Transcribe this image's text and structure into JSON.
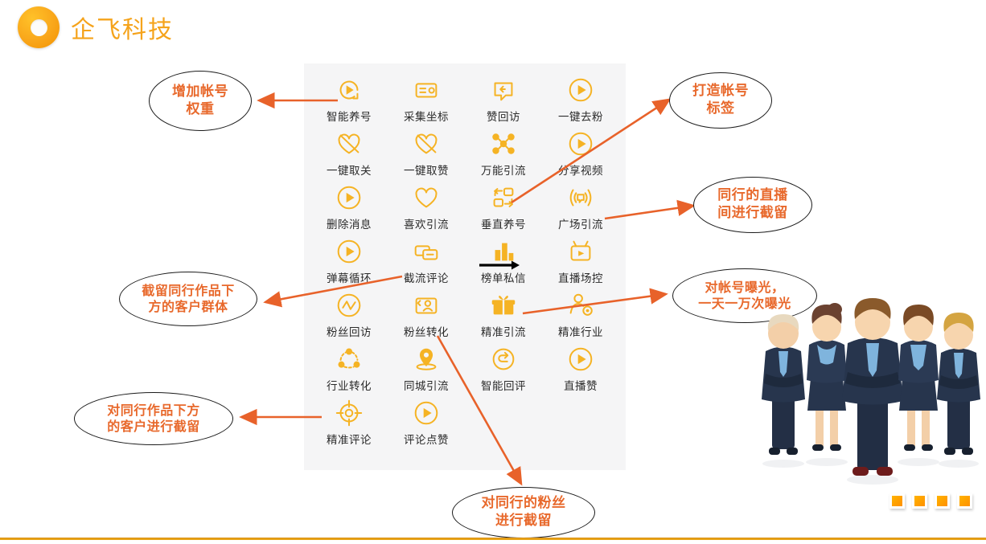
{
  "brand": {
    "name": "企飞科技",
    "logo_icon": "orange-ring-logo",
    "accent_color": "#f5a31b"
  },
  "colors": {
    "icon_gold": "#f5b324",
    "callout_text": "#e8692c",
    "arrow": "#e8622a",
    "label_text": "#2b2b2b",
    "panel_bg": "#f5f5f6",
    "bottom_rule": "#e8a317"
  },
  "grid": {
    "columns": 4,
    "tiles": [
      {
        "label": "智能养号",
        "icon": "play-refresh-icon"
      },
      {
        "label": "采集坐标",
        "icon": "list-card-icon"
      },
      {
        "label": "赞回访",
        "icon": "speech-reply-icon"
      },
      {
        "label": "一键去粉",
        "icon": "play-circle-icon"
      },
      {
        "label": "一键取关",
        "icon": "heart-slash-icon"
      },
      {
        "label": "一键取赞",
        "icon": "heart-slash-icon"
      },
      {
        "label": "万能引流",
        "icon": "network-nodes-icon"
      },
      {
        "label": "分享视频",
        "icon": "play-circle-icon"
      },
      {
        "label": "删除消息",
        "icon": "play-circle-icon"
      },
      {
        "label": "喜欢引流",
        "icon": "heart-icon"
      },
      {
        "label": "垂直养号",
        "icon": "swap-rectangles-icon"
      },
      {
        "label": "广场引流",
        "icon": "broadcast-icon"
      },
      {
        "label": "弹幕循环",
        "icon": "play-circle-icon"
      },
      {
        "label": "截流评论",
        "icon": "chat-bubbles-icon"
      },
      {
        "label": "榜单私信",
        "icon": "bar-chart-icon"
      },
      {
        "label": "直播场控",
        "icon": "tv-play-icon"
      },
      {
        "label": "粉丝回访",
        "icon": "zigzag-circle-icon"
      },
      {
        "label": "粉丝转化",
        "icon": "person-card-icon"
      },
      {
        "label": "精准引流",
        "icon": "gift-icon"
      },
      {
        "label": "精准行业",
        "icon": "person-gear-icon"
      },
      {
        "label": "行业转化",
        "icon": "share-nodes-icon"
      },
      {
        "label": "同城引流",
        "icon": "location-pin-icon"
      },
      {
        "label": "智能回评",
        "icon": "reply-circle-icon"
      },
      {
        "label": "直播赞",
        "icon": "play-circle-icon"
      },
      {
        "label": "精准评论",
        "icon": "crosshair-icon"
      },
      {
        "label": "评论点赞",
        "icon": "play-circle-icon"
      }
    ]
  },
  "callouts": {
    "weight": {
      "text": "增加帐号\n权重"
    },
    "tag": {
      "text": "打造帐号\n标签"
    },
    "live": {
      "text": "同行的直播\n间进行截留"
    },
    "capture": {
      "text": "截留同行作品下\n方的客户群体"
    },
    "expose": {
      "text": "对帐号曝光，\n一天一万次曝光"
    },
    "below": {
      "text": "对同行作品下方\n的客户进行截留"
    },
    "fans": {
      "text": "对同行的粉丝\n进行截留"
    }
  },
  "decor": {
    "people_illustration": "business-team-illustration",
    "squares_count": 4,
    "cursor_artifact": "black-right-arrow"
  }
}
